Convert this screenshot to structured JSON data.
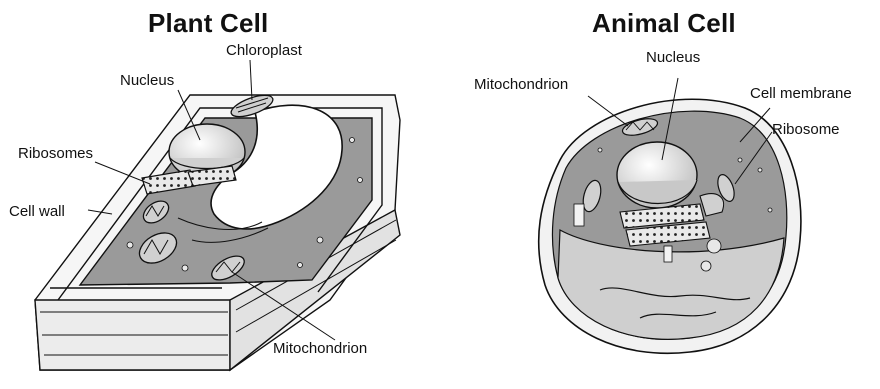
{
  "plant": {
    "title": "Plant Cell",
    "labels": {
      "chloroplast": "Chloroplast",
      "nucleus": "Nucleus",
      "ribosomes": "Ribosomes",
      "cell_wall": "Cell wall",
      "mitochondrion": "Mitochondrion"
    }
  },
  "animal": {
    "title": "Animal Cell",
    "labels": {
      "nucleus": "Nucleus",
      "mitochondrion": "Mitochondrion",
      "cell_membrane": "Cell membrane",
      "ribosome": "Ribosome"
    }
  },
  "colors": {
    "cytoplasm": "#9a9a9a",
    "organelle": "#d6d6d6",
    "line": "#111111",
    "wall": "#f4f4f4"
  }
}
